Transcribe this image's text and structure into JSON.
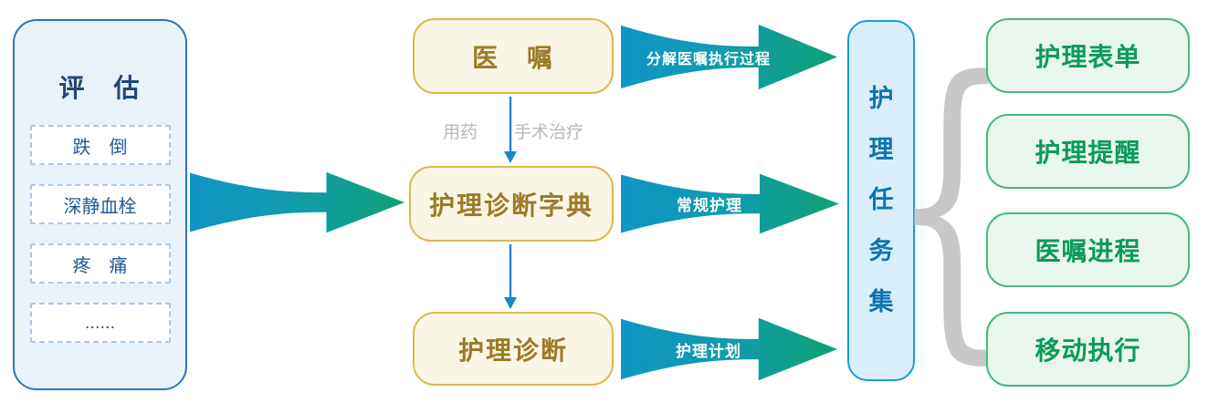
{
  "assessment": {
    "title": "评　估",
    "items": [
      "跌　倒",
      "深静血栓",
      "疼　痛",
      "......"
    ]
  },
  "flow": {
    "order_box": "医　嘱",
    "branch_left": "用药",
    "branch_right": "手术治疗",
    "dict_box": "护理诊断字典",
    "diagnosis_box": "护理诊断"
  },
  "arrows": {
    "top": "分解医嘱执行过程",
    "middle": "常规护理",
    "bottom": "护理计划"
  },
  "task_set": {
    "chars": [
      "护",
      "理",
      "任",
      "务",
      "集"
    ]
  },
  "outputs": [
    "护理表单",
    "护理提醒",
    "医嘱进程",
    "移动执行"
  ],
  "colors": {
    "panel_border": "#2e74b5",
    "panel_fill": "#e9f1f9",
    "panel_text": "#1f4874",
    "arrow_gradient_start": "#0f95c6",
    "arrow_gradient_end": "#0fa173",
    "yellow_box_border": "#d8bb4d",
    "yellow_box_fill": "#faf6e6",
    "yellow_box_text": "#9c7b28",
    "connector_blue": "#1b87c9",
    "branch_label_gray": "#b9b9b9",
    "task_box_fill": "#d9eefb",
    "task_box_border": "#1b9cd8",
    "task_box_text": "#0e74b0",
    "green_box_border": "#44b87e",
    "green_box_fill": "#e9f6ee",
    "green_box_text": "#0c9b59",
    "brace_gray": "#c8c8c8"
  }
}
